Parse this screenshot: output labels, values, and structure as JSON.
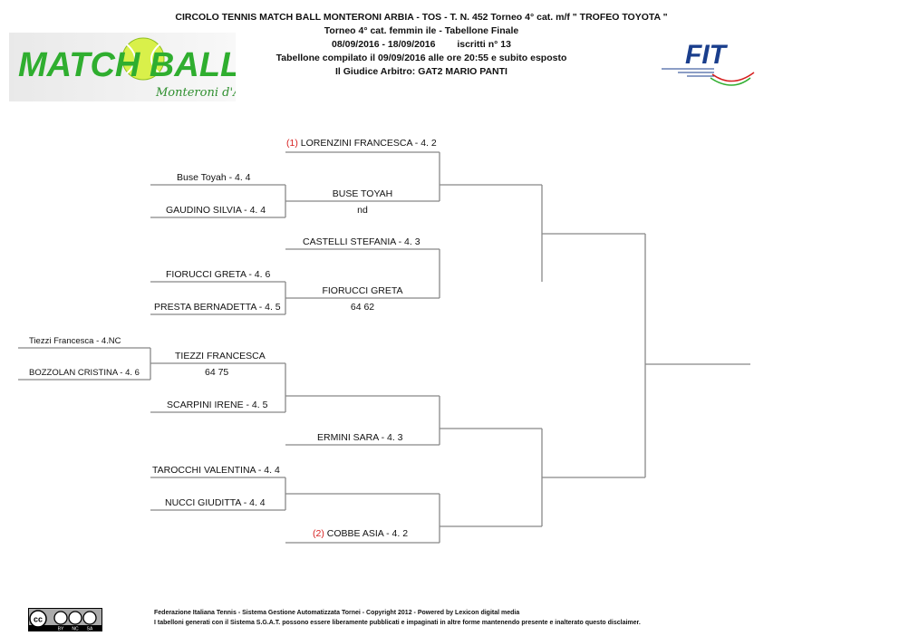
{
  "header": {
    "line1": "CIRCOLO TENNIS MATCH BALL MONTERONI ARBIA - TOS - T. N. 452 Torneo 4° cat. m/f \" TROFEO TOYOTA \"",
    "line2": "Torneo 4° cat. femmin ile - Tabellone Finale",
    "line3_dates": "08/09/2016 - 18/09/2016",
    "line3_entries": "iscritti n° 13",
    "line4": "Tabellone compilato il 09/09/2016 alle ore 20:55 e subito esposto",
    "line5": "Il Giudice Arbitro: GAT2 MARIO PANTI"
  },
  "logo": {
    "text_main": "MATCH BALL",
    "text_sub": "Monteroni d'Arbia",
    "fit_text": "FIT"
  },
  "bracket": {
    "r0_p1": "Tiezzi Francesca - 4.NC",
    "r0_p2": "BOZZOLAN CRISTINA - 4. 6",
    "r1_p1": "Buse Toyah - 4. 4",
    "r1_p2": "GAUDINO SILVIA - 4. 4",
    "r1_p3": "FIORUCCI GRETA - 4. 6",
    "r1_p4": "PRESTA BERNADETTA - 4. 5",
    "r1_w3": "TIEZZI FRANCESCA",
    "r1_s3": "64  75",
    "r1_p5": "SCARPINI IRENE - 4. 5",
    "r1_p6": "TAROCCHI VALENTINA - 4. 4",
    "r1_p7": "NUCCI GIUDITTA - 4. 4",
    "r2_seed1": "(1)",
    "r2_p1": "LORENZINI FRANCESCA - 4. 2",
    "r2_w1": "BUSE  TOYAH",
    "r2_s1": "nd",
    "r2_p2": "CASTELLI STEFANIA - 4. 3",
    "r2_w2": "FIORUCCI GRETA",
    "r2_s2": "64  62",
    "r2_p3": "ERMINI SARA - 4. 3",
    "r2_seed2": "(2)",
    "r2_p4": "COBBE ASIA - 4. 2"
  },
  "footer": {
    "line1": "Federazione Italiana Tennis - Sistema Gestione Automatizzata Tornei - Copyright 2012 - Powered by Lexicon digital media",
    "line2": "I tabelloni generati con il Sistema S.G.A.T. possono essere liberamente pubblicati e impaginati in altre forme mantenendo presente e inalterato questo disclaimer.",
    "cc_labels": [
      "BY",
      "NC",
      "SA"
    ]
  },
  "colors": {
    "seed": "#d62020",
    "logo_green": "#2fae2f",
    "line": "#888888",
    "fit_blue": "#1a3e8c"
  }
}
